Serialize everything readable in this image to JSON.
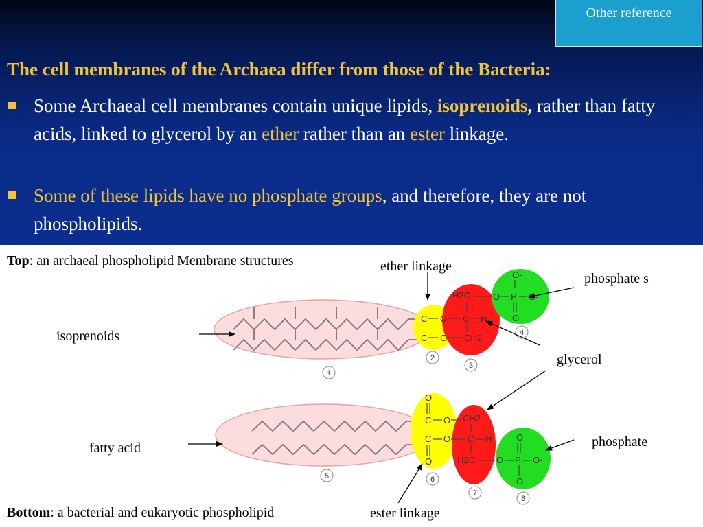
{
  "header": {
    "reference_button": "Other reference",
    "title": "The cell membranes of the Archaea differ from those of the Bacteria:"
  },
  "bullets": [
    {
      "pre": " Some Archaeal cell membranes contain unique lipids, ",
      "isoprenoids": "isoprenoids",
      "comma": ",",
      "mid1": " rather than fatty acids, linked to glycerol by an ",
      "ether": "ether",
      "mid2": " rather than an ",
      "ester": "ester",
      "post": " linkage."
    },
    {
      "highlight": "Some of these lipids have no phosphate groups",
      "post": ", and therefore, they are not phospholipids."
    }
  ],
  "captions": {
    "top_bold": "Top",
    "top_text": ": an archaeal phospholipid Membrane structures",
    "bottom_bold": "Bottom",
    "bottom_text": ": a bacterial and eukaryotic phospholipid"
  },
  "labels": {
    "ether_linkage": "ether linkage",
    "phosphate_top": "phosphate s",
    "isoprenoids": "isoprenoids",
    "glycerol": "glycerol",
    "fatty_acid": "fatty acid",
    "phosphate_bottom": "phosphate",
    "ester_linkage": "ester linkage"
  },
  "molecule": {
    "numbers": [
      "1",
      "2",
      "3",
      "4",
      "5",
      "6",
      "7",
      "8"
    ],
    "atoms": {
      "C": "C",
      "O": "O",
      "P": "P",
      "H": "H",
      "H2C": "H2C",
      "CH2": "CH2",
      "O_minus": "O-",
      "O_minus_right": "O-"
    }
  },
  "colors": {
    "title": "#f2c33a",
    "banner": "#0b2e8f",
    "reference_box": "#1a9fcf",
    "lipid_body": "#fcdcdc",
    "ether_group": "#ffff00",
    "glycerol": "#ff1a1a",
    "phosphate": "#22dd22"
  }
}
